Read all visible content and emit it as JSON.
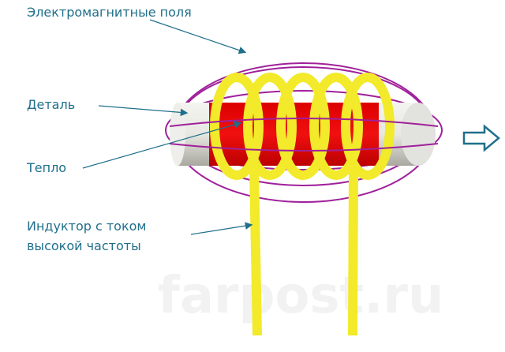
{
  "labels": {
    "fields": "Электромагнитные поля",
    "part": "Деталь",
    "heat": "Тепло",
    "inductor_line1": "Индуктор с током",
    "inductor_line2": "высокой частоты"
  },
  "watermark": "farpost.ru",
  "colors": {
    "label": "#1f6f8b",
    "field_lines": "#a0209a",
    "coil": "#f2ea2a",
    "heated_zone": "#e01010",
    "part": "#e4e4e0"
  }
}
